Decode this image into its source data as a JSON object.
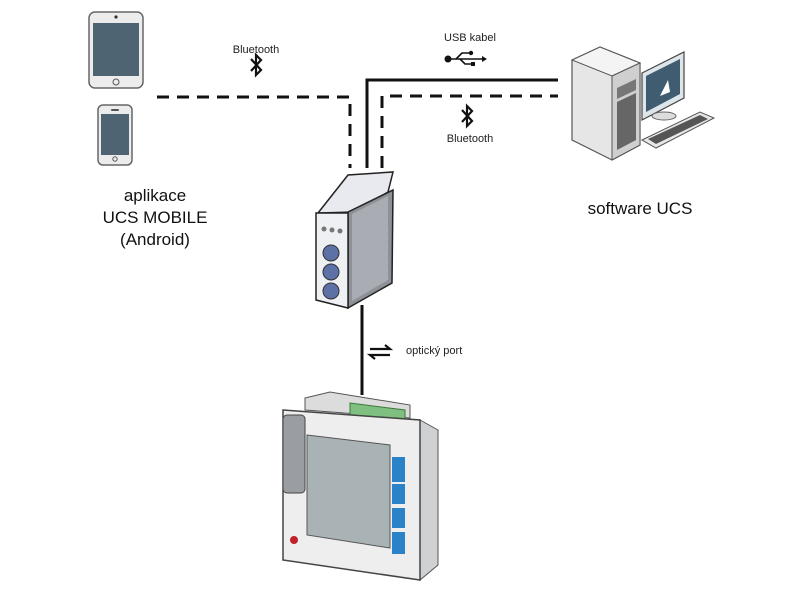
{
  "diagram": {
    "nodes": {
      "mobile": {
        "lines": [
          "aplikace",
          "UCS MOBILE",
          "(Android)"
        ]
      },
      "pc": {
        "label": "software UCS"
      },
      "converter": {
        "label": ""
      },
      "meter": {
        "label": ""
      }
    },
    "connections": {
      "bt_mobile": {
        "label": "Bluetooth",
        "icon": "bluetooth-icon",
        "style": "dashed"
      },
      "usb_pc": {
        "label": "USB kabel",
        "icon": "usb-icon",
        "style": "solid"
      },
      "bt_pc": {
        "label": "Bluetooth",
        "icon": "bluetooth-icon",
        "style": "dashed"
      },
      "optical": {
        "label": "optický port",
        "icon": "bidirectional-arrows-icon",
        "style": "solid"
      }
    }
  }
}
